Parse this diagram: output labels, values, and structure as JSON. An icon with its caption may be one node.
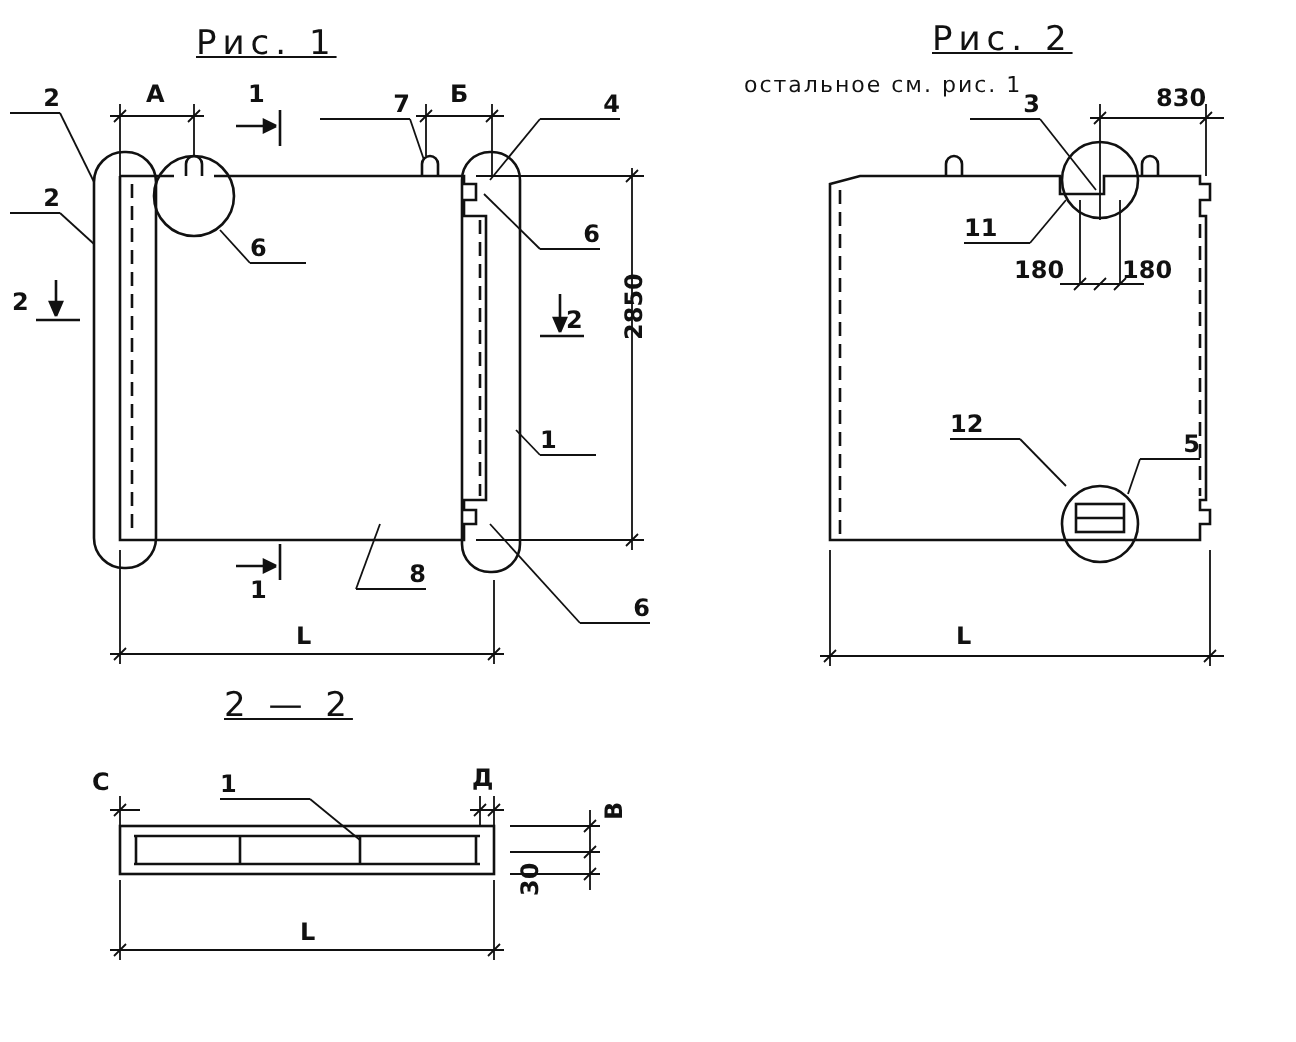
{
  "diagram": {
    "nodes": [
      {
        "text": [
          "2"
        ]
      },
      {
        "text": [
          "2"
        ]
      },
      {
        "text": [
          "6"
        ]
      },
      {
        "text": [
          "7"
        ]
      },
      {
        "text": [
          "4"
        ]
      },
      {
        "text": [
          "6"
        ]
      },
      {
        "text": [
          "1"
        ]
      },
      {
        "text": [
          "8"
        ]
      },
      {
        "text": [
          "6"
        ]
      },
      {
        "text": [
          "3"
        ]
      },
      {
        "text": [
          "11"
        ]
      },
      {
        "text": [
          "12"
        ]
      },
      {
        "text": [
          "5"
        ]
      },
      {
        "text": [
          "1"
        ]
      },
      {
        "text": [],
        "shape": "oval"
      }
    ],
    "edges": [
      {
        "from": 0,
        "to": 14,
        "arrow": "none"
      },
      {
        "from": 1,
        "to": 14,
        "arrow": "none"
      },
      {
        "from": 2,
        "to": null,
        "arrow": "none"
      },
      {
        "from": 3,
        "to": null,
        "arrow": "none"
      },
      {
        "from": 4,
        "to": null,
        "arrow": "none"
      },
      {
        "from": 5,
        "to": null,
        "arrow": "none"
      },
      {
        "from": 6,
        "to": null,
        "arrow": "none"
      },
      {
        "from": 7,
        "to": null,
        "arrow": "none"
      },
      {
        "from": 8,
        "to": null,
        "arrow": "none"
      },
      {
        "from": 9,
        "to": null,
        "arrow": "none"
      },
      {
        "from": 10,
        "to": null,
        "arrow": "none"
      },
      {
        "from": 11,
        "to": null,
        "arrow": "none"
      },
      {
        "from": 12,
        "to": null,
        "arrow": "none"
      },
      {
        "from": 13,
        "to": null,
        "arrow": "none"
      }
    ],
    "labels": [
      "Рис. 1",
      "Рис. 2",
      "А",
      "1",
      "Б",
      "остальное см. рис. 1",
      "830",
      "180",
      "180",
      "2",
      "2",
      "2850",
      "1",
      "L",
      "L",
      "2 — 2",
      "С",
      "Д",
      "В",
      "30",
      "L"
    ]
  }
}
